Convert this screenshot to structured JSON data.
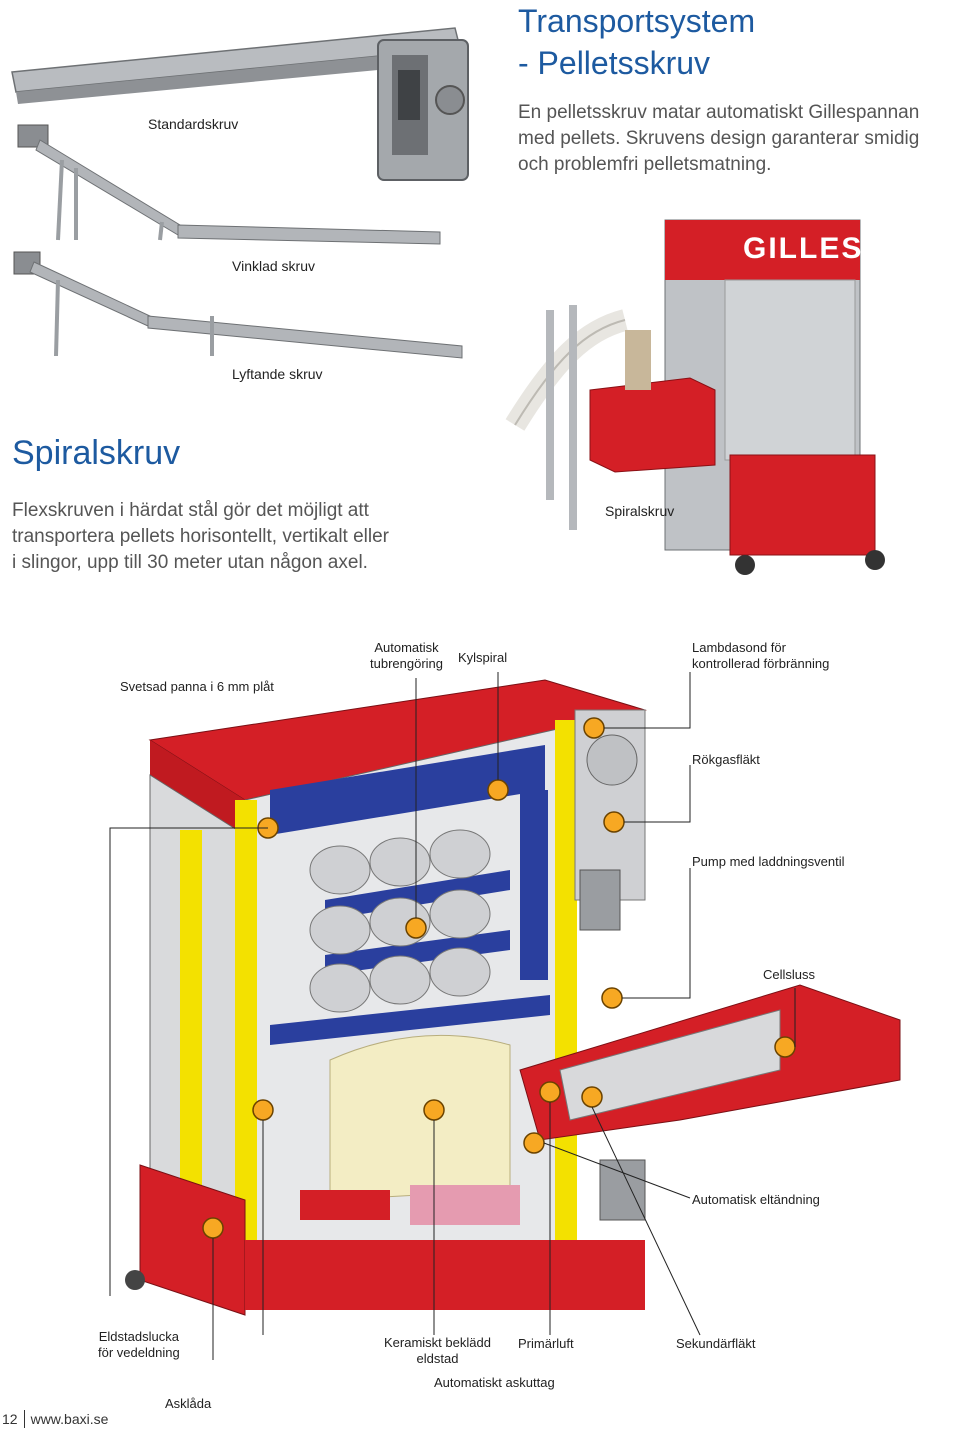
{
  "header": {
    "title_line1": "Transportsystem",
    "title_line2": "- Pelletsskruv",
    "intro_line1": "En pelletsskruv matar automatiskt Gillespannan",
    "intro_line2": "med pellets. Skruvens design garanterar smidig",
    "intro_line3": "och problemfri pelletsmatning."
  },
  "screw_labels": {
    "standard": "Standardskruv",
    "angled": "Vinklad skruv",
    "lifting": "Lyftande skruv",
    "spiral": "Spiralskruv"
  },
  "spiral_section": {
    "title": "Spiralskruv",
    "text_line1": "Flexskruven i härdat stål gör det möjligt att",
    "text_line2": "transportera pellets horisontellt, vertikalt eller",
    "text_line3": "i slingor, upp till 30 meter utan någon axel."
  },
  "boiler_brand": "GILLES",
  "diagram_labels": {
    "welded": "Svetsad panna i 6 mm plåt",
    "auto_clean_1": "Automatisk",
    "auto_clean_2": "tubrengöring",
    "cooling": "Kylspiral",
    "lambda_1": "Lambdasond för",
    "lambda_2": "kontrollerad förbränning",
    "flue_fan": "Rökgasfläkt",
    "pump": "Pump med laddningsventil",
    "cell_lock": "Cellsluss",
    "ignition": "Automatisk eltändning",
    "fire_door_1": "Eldstadslucka",
    "fire_door_2": "för vedeldning",
    "ceramic_1": "Keramiskt beklädd",
    "ceramic_2": "eldstad",
    "primary": "Primärluft",
    "secondary": "Sekundärfläkt",
    "ash_auto": "Automatiskt askuttag",
    "ash_box": "Asklåda"
  },
  "footer": {
    "page_number": "12",
    "url": "www.baxi.se"
  },
  "colors": {
    "brand_blue": "#1d5aa0",
    "boiler_red": "#d41f26",
    "insulation_yellow": "#f3e100",
    "water_blue": "#2a3f9e",
    "marker_orange": "#f7a823"
  }
}
